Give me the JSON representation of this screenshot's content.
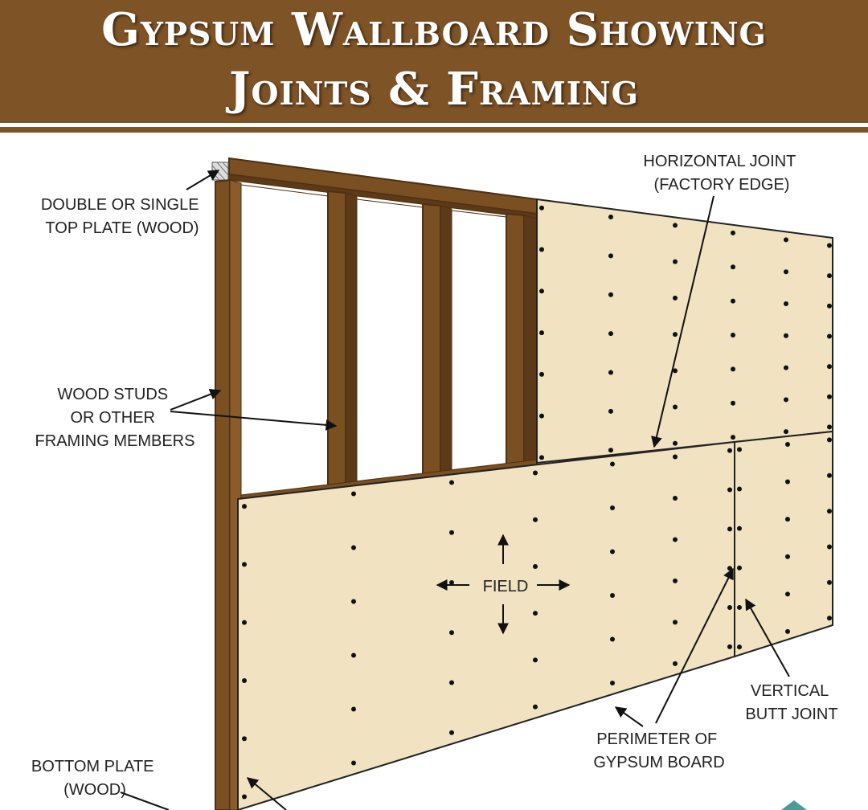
{
  "title": {
    "line1": "Gypsum Wallboard Showing",
    "line2": "Joints & Framing"
  },
  "colors": {
    "banner": "#7e5326",
    "wood": "#7a4f22",
    "wood_dark": "#4e3012",
    "board": "#f1e2c1",
    "board_edge": "#222222"
  },
  "labels": {
    "top_plate": [
      "DOUBLE OR SINGLE",
      "TOP PLATE (WOOD)"
    ],
    "studs": [
      "WOOD STUDS",
      "OR OTHER",
      "FRAMING MEMBERS"
    ],
    "horizontal_joint": [
      "HORIZONTAL JOINT",
      "(FACTORY EDGE)"
    ],
    "field": "FIELD",
    "vertical_butt_joint": [
      "VERTICAL",
      "BUTT JOINT"
    ],
    "perimeter": [
      "PERIMETER OF",
      "GYPSUM BOARD"
    ],
    "bottom_plate": [
      "BOTTOM PLATE",
      "(WOOD)"
    ]
  }
}
